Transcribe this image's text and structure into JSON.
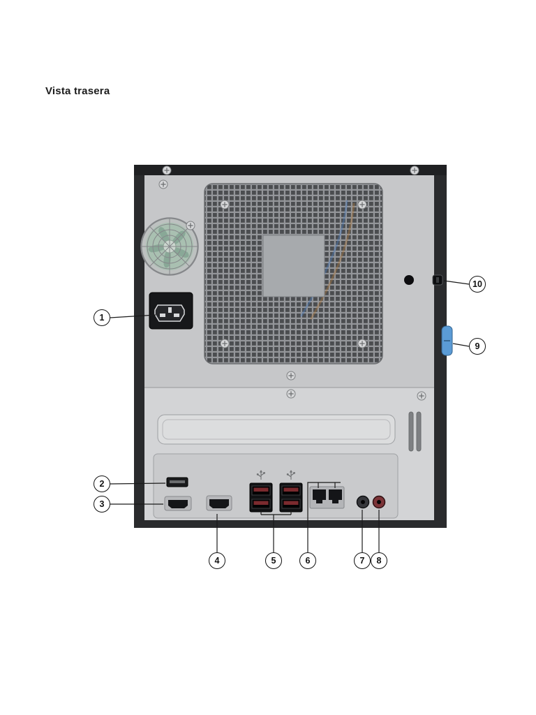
{
  "page": {
    "title": "Vista trasera"
  },
  "figure": {
    "callouts": [
      {
        "num": "1",
        "target": "power-connector"
      },
      {
        "num": "2",
        "target": "esata-port"
      },
      {
        "num": "3",
        "target": "video-port-1"
      },
      {
        "num": "4",
        "target": "video-port-2"
      },
      {
        "num": "5",
        "target": "usb-ports"
      },
      {
        "num": "6",
        "target": "ethernet-ports"
      },
      {
        "num": "7",
        "target": "audio-jack-1"
      },
      {
        "num": "8",
        "target": "audio-jack-2"
      },
      {
        "num": "9",
        "target": "release-latch"
      },
      {
        "num": "10",
        "target": "security-lock-slot"
      }
    ]
  },
  "colors": {
    "latch_blue": "#5b9bd5",
    "usb_tab_red": "#7b2a2e"
  }
}
